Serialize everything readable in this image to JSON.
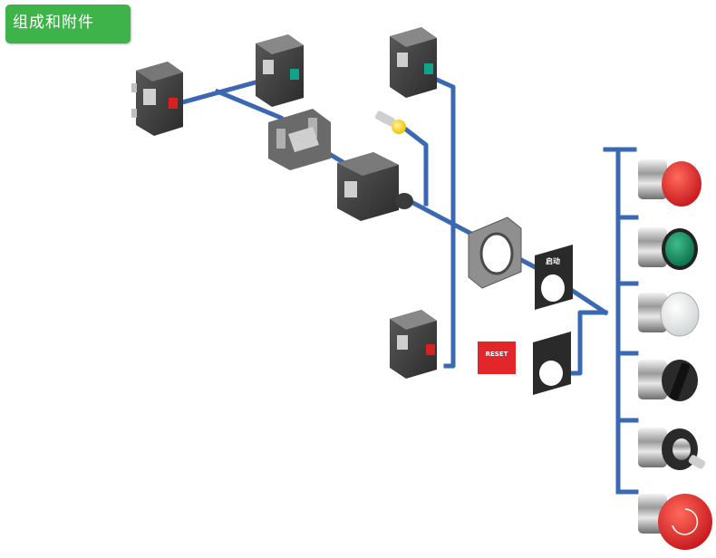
{
  "header": {
    "title": "组成和附件"
  },
  "labels": {
    "reset": "RESET",
    "legend_text": "启动"
  },
  "colors": {
    "badge": "#3db34a",
    "line": "#3a68b2",
    "reset_plate": "#e2262a"
  },
  "icons": [
    "contact-block-icon",
    "contact-block-green-icon",
    "mounting-adapter-icon",
    "bulb-icon",
    "light-block-icon",
    "fixing-collar-icon",
    "legend-plate-icon",
    "red-pushbutton-icon",
    "green-pushbutton-icon",
    "white-pushbutton-icon",
    "selector-switch-icon",
    "key-switch-icon",
    "emergency-stop-icon"
  ]
}
